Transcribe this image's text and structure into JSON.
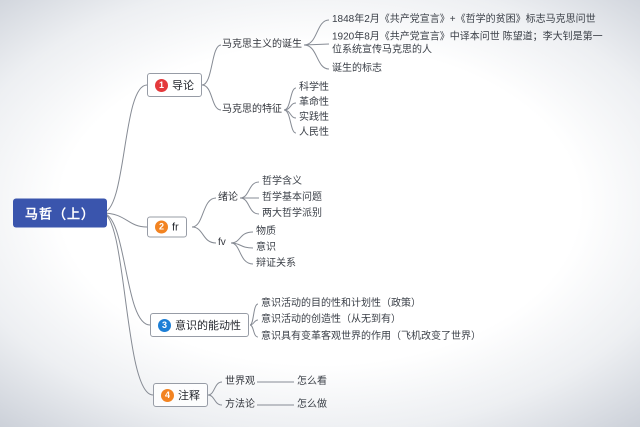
{
  "root": {
    "label": "马哲（上）"
  },
  "colors": {
    "root_bg": "#3a55ad",
    "badge_1": "#e4393c",
    "badge_2": "#f28321",
    "badge_3": "#1d7fd6",
    "badge_4": "#f28321",
    "connector_line": "#868b94"
  },
  "branches": [
    {
      "num": "1",
      "label": "导论",
      "children": [
        {
          "label": "马克思主义的诞生",
          "children": [
            {
              "label": "1848年2月《共产党宣言》+《哲学的贫困》标志马克思问世"
            },
            {
              "label": "1920年8月《共产党宣言》中译本问世 陈望道；李大钊是第一位系统宣传马克思的人"
            },
            {
              "label": "诞生的标志"
            }
          ]
        },
        {
          "label": "马克思的特征",
          "children": [
            {
              "label": "科学性"
            },
            {
              "label": "革命性"
            },
            {
              "label": "实践性"
            },
            {
              "label": "人民性"
            }
          ]
        }
      ]
    },
    {
      "num": "2",
      "label": "fr",
      "children": [
        {
          "label": "绪论",
          "children": [
            {
              "label": "哲学含义"
            },
            {
              "label": "哲学基本问题"
            },
            {
              "label": "两大哲学派别"
            }
          ]
        },
        {
          "label": "fv",
          "children": [
            {
              "label": "物质"
            },
            {
              "label": "意识"
            },
            {
              "label": "辩证关系"
            }
          ]
        }
      ]
    },
    {
      "num": "3",
      "label": "意识的能动性",
      "children": [
        {
          "label": "意识活动的目的性和计划性（政策）"
        },
        {
          "label": "意识活动的创造性（从无到有）"
        },
        {
          "label": "意识具有变革客观世界的作用（飞机改变了世界）"
        }
      ]
    },
    {
      "num": "4",
      "label": "注释",
      "children": [
        {
          "label": "世界观",
          "children": [
            {
              "label": "怎么看"
            }
          ]
        },
        {
          "label": "方法论",
          "children": [
            {
              "label": "怎么做"
            }
          ]
        }
      ]
    }
  ]
}
